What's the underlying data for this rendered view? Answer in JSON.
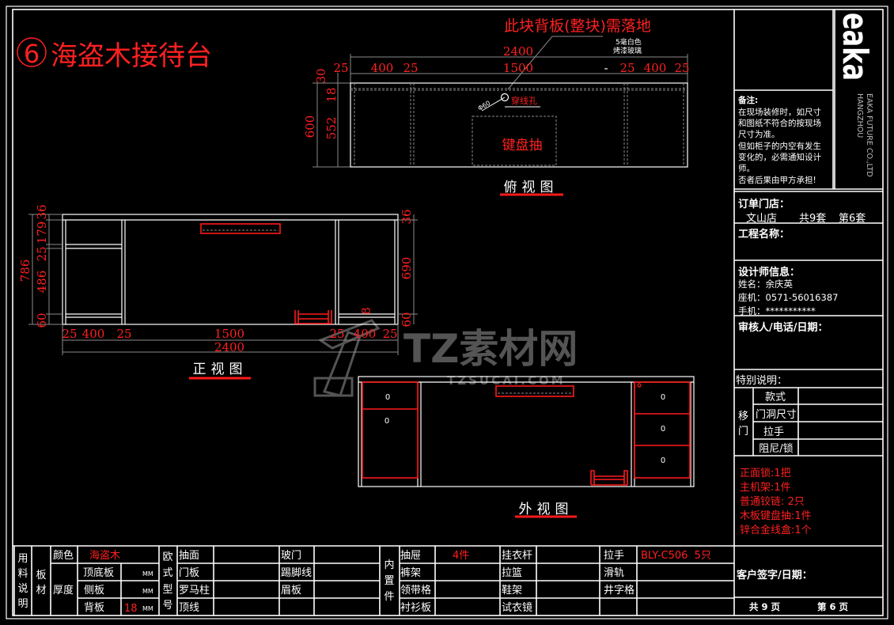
{
  "title": {
    "number": "⑥",
    "text": "海盗木接待台"
  },
  "top_view": {
    "note": "此块背板(整块)需落地",
    "glass_line1": "5毫白色",
    "glass_line2": "烤漆玻璃",
    "hole_dia": "Φ60",
    "hole_label": "穿线孔",
    "keyboard_label": "键盘抽",
    "caption": "俯视图",
    "total_width": "2400",
    "widths": [
      "25",
      "400",
      "25",
      "1500",
      "-",
      "25",
      "400",
      "25"
    ],
    "depths": [
      "30",
      "18",
      "600",
      "552"
    ]
  },
  "front_view": {
    "caption": "正视图",
    "total_width": "2400",
    "widths": [
      "25",
      "400",
      "25",
      "1500",
      "25",
      "400",
      "25"
    ],
    "left_heights": [
      "36",
      "179",
      "25",
      "486",
      "60"
    ],
    "total_height": "786",
    "right_heights": [
      "36",
      "690",
      "60"
    ],
    "small_dim": "8"
  },
  "outside_view": {
    "caption": "外视图",
    "handle_mark": "0"
  },
  "watermark": {
    "main": "TZ素材网",
    "sub": "TZSUCAI.COM"
  },
  "title_block": {
    "logo": "eaka",
    "company_line1": "HANGZHOU",
    "company_line2": "EAKA FUTURE CO.,LTD",
    "remarks_title": "备注:",
    "remarks": [
      "在现场装修时，如尺寸",
      "和图纸不符合的按现场",
      "尺寸为准。",
      "但如柜子的内空有发生",
      "变化的，必需通知设计",
      "师。",
      "否者后果由甲方承担!"
    ],
    "order_store_label": "订单门店：",
    "store": "文山店",
    "sets_total": "共9套",
    "set_current": "第6套",
    "project_label": "工程名称：",
    "designer_label": "设计师信息：",
    "designer_name": "姓名：余庆英",
    "designer_phone": "座机：0571-56016387",
    "designer_mobile": "手机：***********",
    "reviewer_label": "审核人/电话/日期：",
    "special_label": "特别说明：",
    "sliding_door_label": [
      "移",
      "门"
    ],
    "sliding_rows": [
      "款式",
      "门洞尺寸",
      "拉手",
      "阻尼/锁"
    ],
    "notes": [
      "正面锁:1把",
      "主机架:1件",
      "普通铰链: 2只",
      "木板键盘抽:1件",
      "锌合金线盒:1个"
    ],
    "customer_sign_label": "客户签字/日期：",
    "pages_total": "共 9 页",
    "page_current": "第 6 页"
  },
  "materials": {
    "section_label": [
      "用",
      "料",
      "说",
      "明"
    ],
    "board_label": [
      "板",
      "材"
    ],
    "color_label": "颜色",
    "color_value": "海盗木",
    "thickness_label": "厚度",
    "thickness_rows": [
      {
        "label": "顶底板",
        "value": "",
        "unit": "MM"
      },
      {
        "label": "侧板",
        "value": "",
        "unit": "MM"
      },
      {
        "label": "背板",
        "value": "18",
        "unit": "MM"
      }
    ],
    "euro_label": [
      "欧",
      "式",
      "型",
      "号"
    ],
    "euro_col1": [
      "抽面",
      "门板",
      "罗马柱",
      "顶线"
    ],
    "euro_col2": [
      "玻门",
      "踢脚线",
      "眉板",
      ""
    ],
    "builtin_label": [
      "内",
      "置",
      "件"
    ],
    "builtin_col1": [
      "抽屉",
      "裤架",
      "领带格",
      "衬衫板"
    ],
    "builtin_col1_values": [
      "4件",
      "",
      "",
      ""
    ],
    "builtin_col2": [
      "挂衣杆",
      "拉篮",
      "鞋架",
      "试衣镜"
    ],
    "builtin_col3": [
      "拉手",
      "滑轨",
      "井字格",
      ""
    ],
    "builtin_col3_values": [
      "BLY-C506  5只",
      "",
      "",
      ""
    ]
  }
}
